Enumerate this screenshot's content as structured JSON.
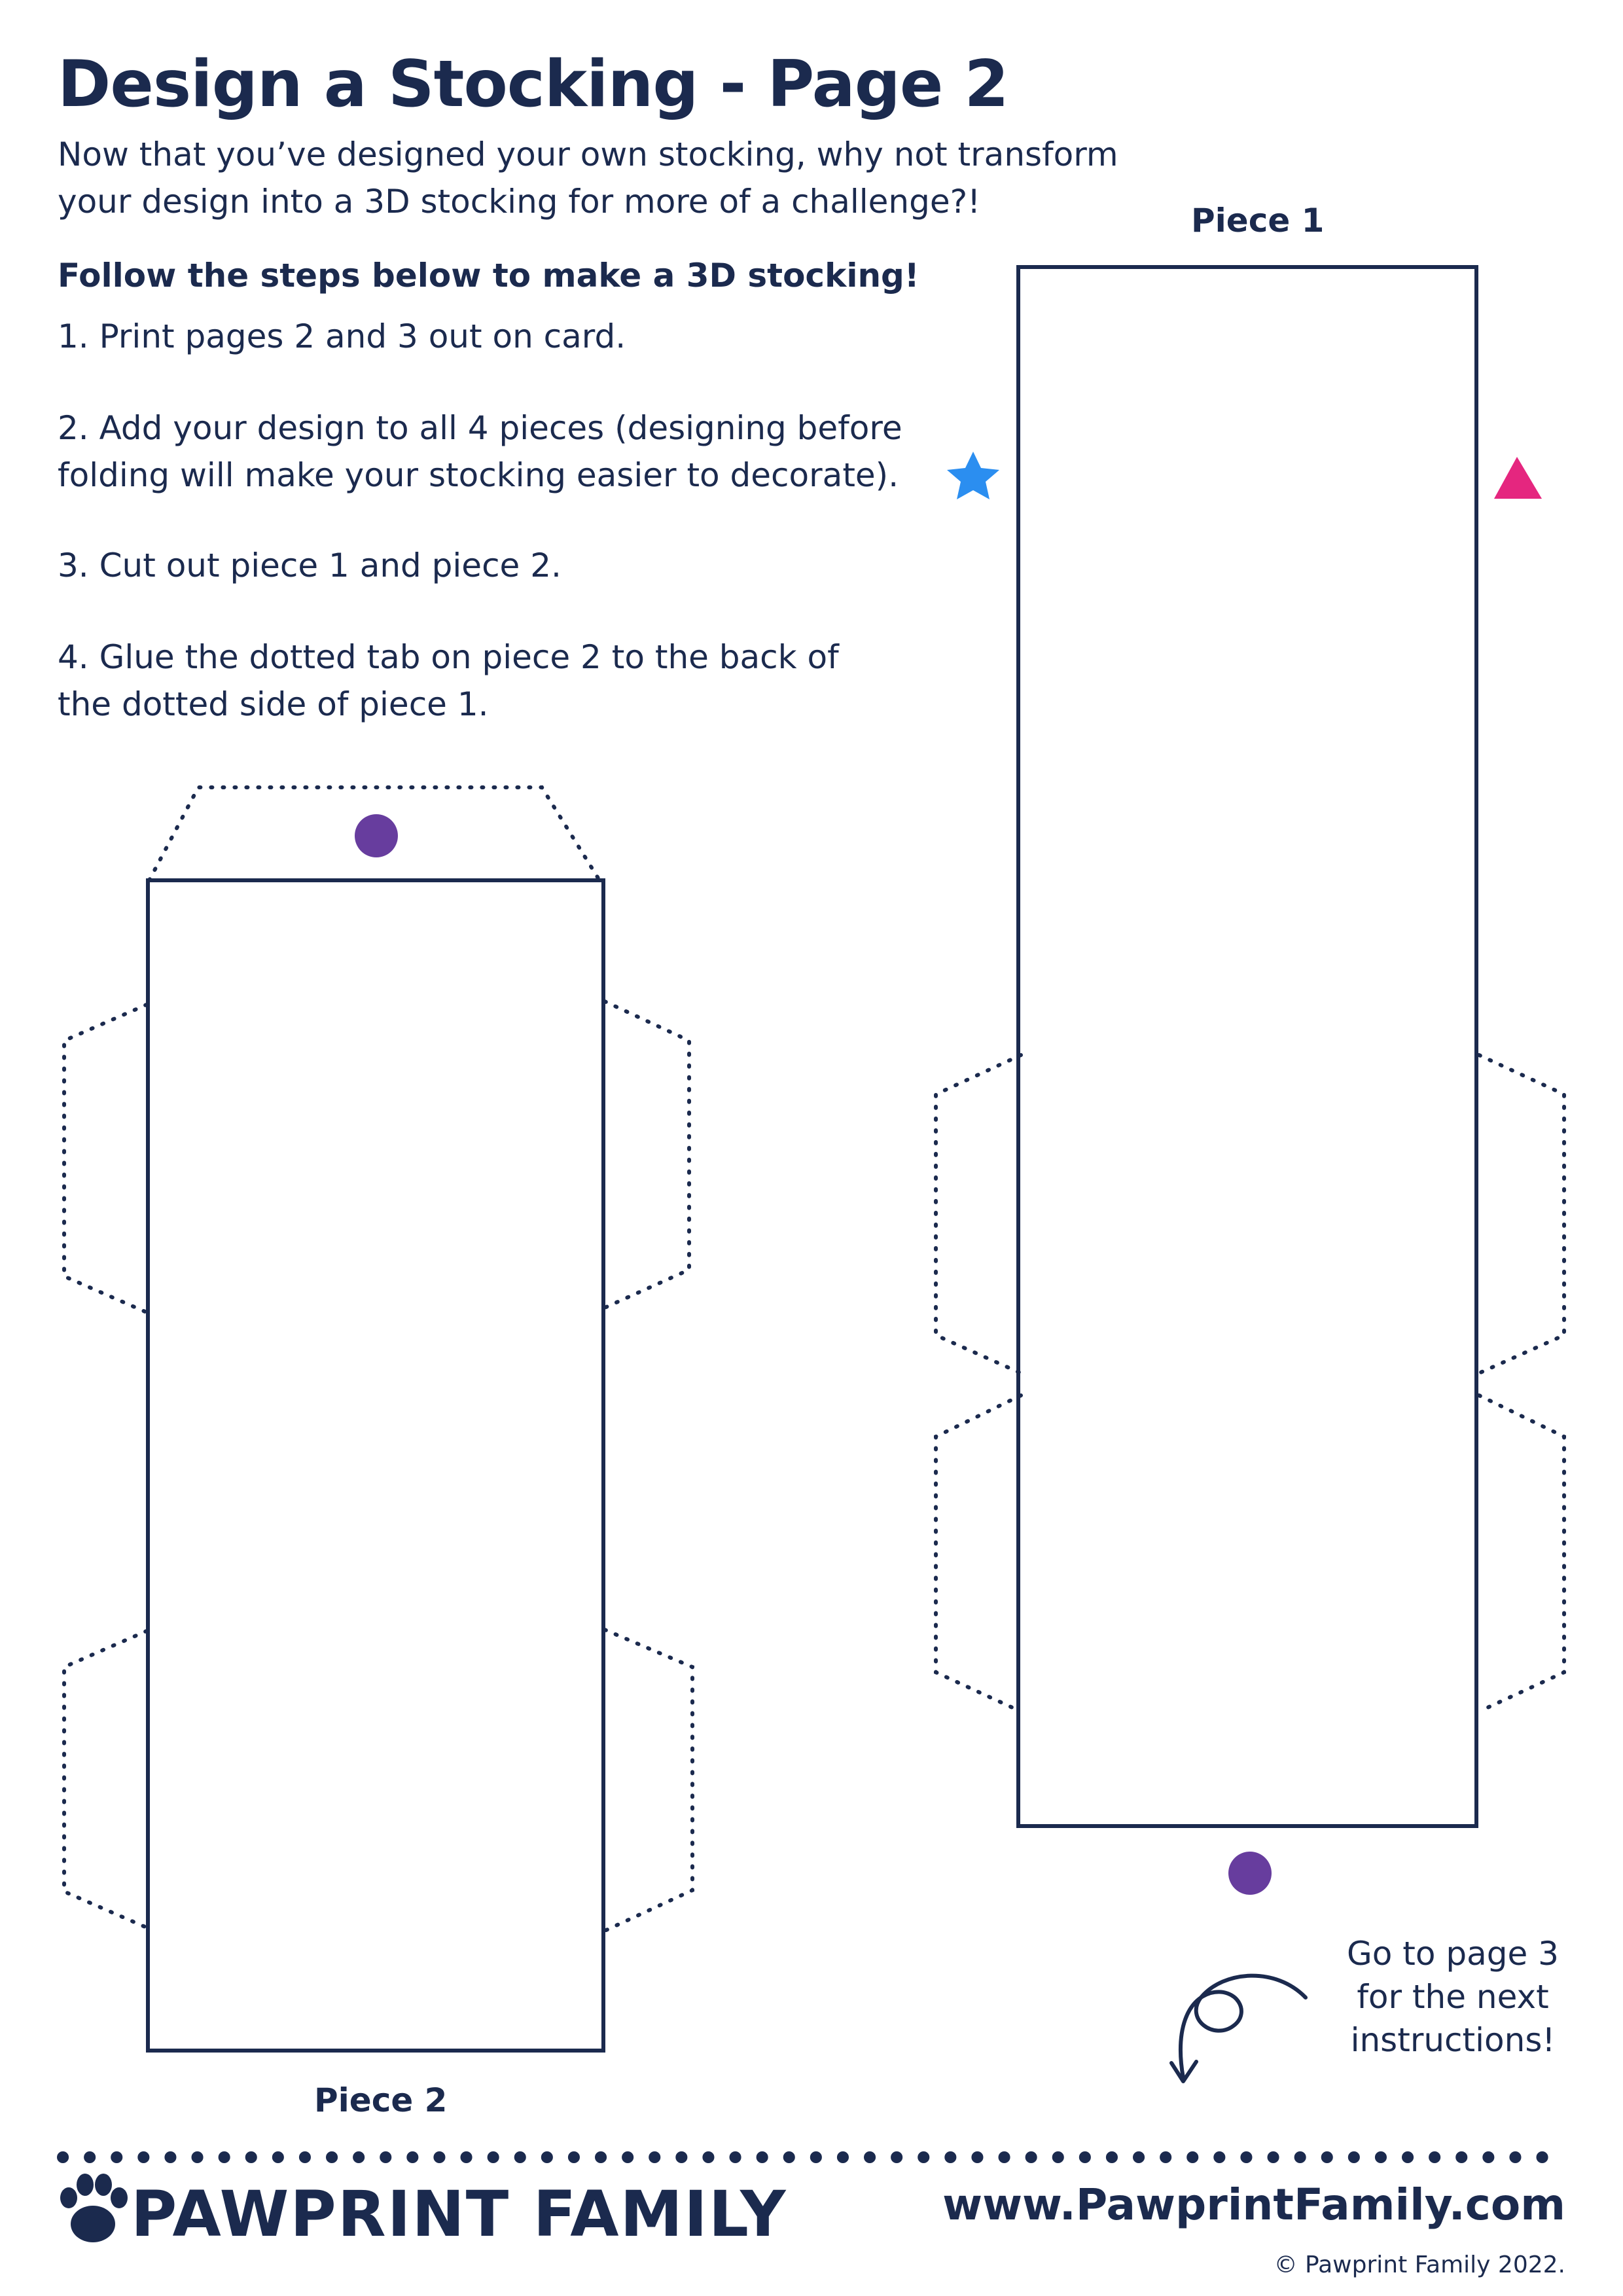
{
  "title": "Design a Stocking - Page 2",
  "intro": "Now that you’ve designed your own stocking, why not transform your design into a 3D stocking for more of a challenge?!",
  "steps_heading": "Follow the steps below to make a 3D stocking!",
  "steps": [
    "1. Print pages 2 and 3 out on card.",
    "2. Add your design to all 4 pieces (designing before folding will make your stocking easier to decorate).",
    "3. Cut out piece 1 and piece 2.",
    "4. Glue the dotted tab on piece 2 to the back of the dotted side of piece 1."
  ],
  "piece_labels": {
    "piece1": "Piece 1",
    "piece2": "Piece 2"
  },
  "go_to_note": "Go to page 3 for the next instructions!",
  "footer": {
    "brand": "PAWPRINT FAMILY",
    "website": "www.PawprintFamily.com",
    "copyright": "© Pawprint Family 2022."
  },
  "colors": {
    "ink": "#1b2a4e",
    "star": "#2b8ef0",
    "triangle": "#e5267f",
    "dot": "#673d9e"
  },
  "icons": [
    "paw-icon",
    "star-icon",
    "triangle-icon",
    "dot-marker-icon",
    "curly-arrow-icon"
  ]
}
